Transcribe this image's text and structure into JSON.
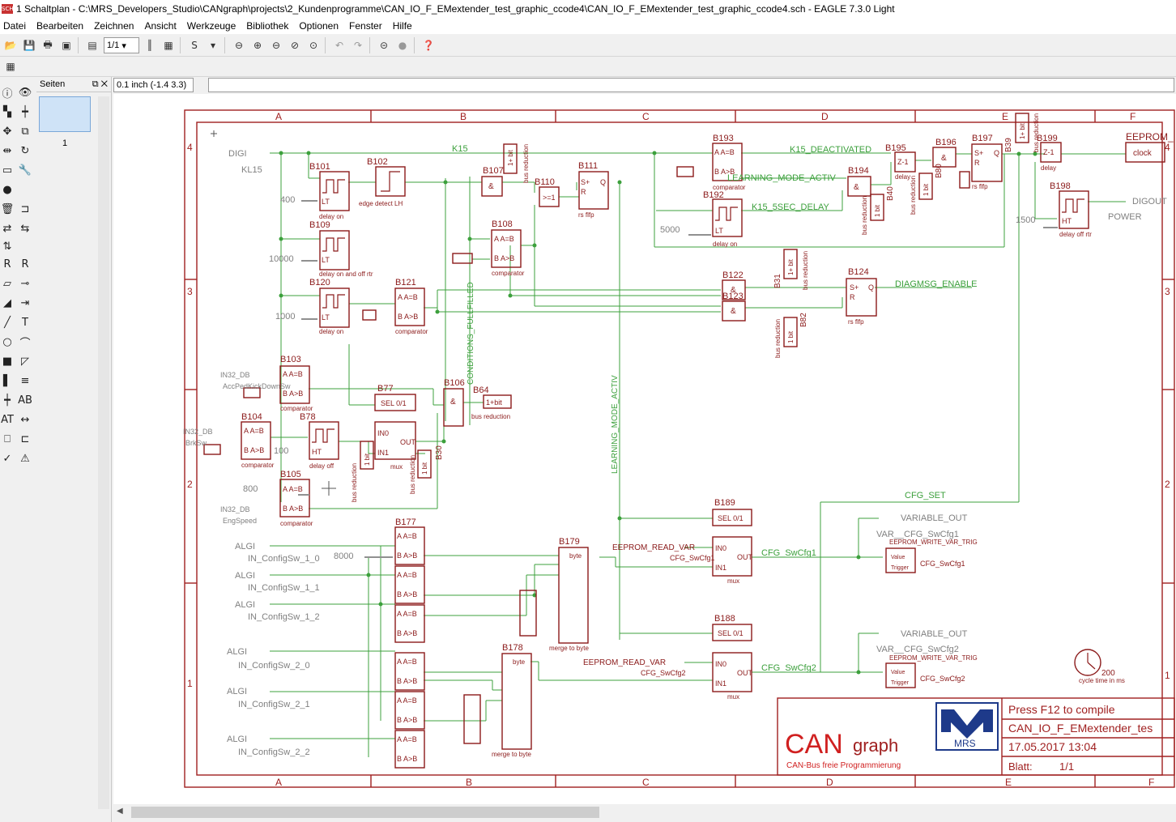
{
  "window": {
    "app_icon_text": "SCH",
    "title": "1 Schaltplan - C:\\MRS_Developers_Studio\\CANgraph\\projects\\2_Kundenprogramme\\CAN_IO_F_EMextender_test_graphic_ccode4\\CAN_IO_F_EMextender_test_graphic_ccode4.sch - EAGLE 7.3.0 Light"
  },
  "menu": [
    "Datei",
    "Bearbeiten",
    "Zeichnen",
    "Ansicht",
    "Werkzeuge",
    "Bibliothek",
    "Optionen",
    "Fenster",
    "Hilfe"
  ],
  "toolbar": {
    "sheet_selector": "1/1"
  },
  "pages_panel": {
    "title": "Seiten",
    "thumbnail_label": "1"
  },
  "coordinate_display": "0.1 inch (-1.4 3.3)",
  "colors": {
    "schematic": "#8b1a1a",
    "net": "#3ca03c",
    "frame": "#a02020",
    "ground": "#909090",
    "logo_red": "#d02020",
    "logo_blue": "#1e3a8a"
  },
  "frame": {
    "columns": [
      "A",
      "B",
      "C",
      "D",
      "E",
      "F"
    ],
    "rows": [
      "4",
      "3",
      "2",
      "1"
    ]
  },
  "title_block": {
    "compile_hint": "Press F12 to compile",
    "project_name": "CAN_IO_F_EMextender_tes",
    "date": "17.05.2017  13:04",
    "sheet_label": "Blatt:",
    "sheet_value": "1/1",
    "logo_can": "CAN",
    "logo_graph": "graph",
    "logo_sub": "CAN-Bus freie Programmierung",
    "logo_mrs": "MRS"
  },
  "blocks": {
    "b101": {
      "ref": "B101",
      "sub": "delay on",
      "param": "400"
    },
    "b102": {
      "ref": "B102",
      "sub": "edge detect LH"
    },
    "b109": {
      "ref": "B109",
      "sub": "delay on and off rtr",
      "param": "10000"
    },
    "b120": {
      "ref": "B120",
      "sub": "delay on",
      "param": "1000"
    },
    "b121": {
      "ref": "B121",
      "sub": "comparator"
    },
    "b103": {
      "ref": "B103",
      "sub": "comparator"
    },
    "b104": {
      "ref": "B104",
      "sub": "comparator"
    },
    "b105": {
      "ref": "B105",
      "sub": "comparator",
      "param": "800"
    },
    "b77": {
      "ref": "B77",
      "sub": "mux"
    },
    "b78": {
      "ref": "B78",
      "sub": "delay off",
      "param": "100"
    },
    "b106": {
      "ref": "B106"
    },
    "b64": {
      "ref": "B64",
      "sub": "bus reduction",
      "val": "1+bit"
    },
    "b107": {
      "ref": "B107"
    },
    "b108": {
      "ref": "B108",
      "sub": "comparator"
    },
    "b110": {
      "ref": "B110"
    },
    "b111": {
      "ref": "B111",
      "sub": "rs flfp"
    },
    "b193": {
      "ref": "B193",
      "sub": "comparator"
    },
    "b192": {
      "ref": "B192",
      "sub": "delay on",
      "param": "5000"
    },
    "b194": {
      "ref": "B194"
    },
    "b195": {
      "ref": "B195",
      "sub": "delay"
    },
    "b196": {
      "ref": "B196"
    },
    "b197": {
      "ref": "B197",
      "sub": "rs flfp"
    },
    "b199": {
      "ref": "B199",
      "sub": "delay"
    },
    "b198": {
      "ref": "B198",
      "sub": "delay off rtr",
      "param": "1500"
    },
    "b122": {
      "ref": "B122"
    },
    "b123": {
      "ref": "B123"
    },
    "b124": {
      "ref": "B124",
      "sub": "rs flfp"
    },
    "b177": {
      "ref": "B177"
    },
    "b179": {
      "ref": "B179",
      "sub": "merge to byte"
    },
    "b178": {
      "ref": "B178",
      "sub": "merge to byte"
    },
    "b189": {
      "ref": "B189",
      "sub": "mux"
    },
    "b188": {
      "ref": "B188",
      "sub": "mux"
    }
  },
  "labels": {
    "digi_in": "DIGI",
    "kl15": "KL15",
    "k15": "K15",
    "k15_deactivated": "K15_DEACTIVATED",
    "learning_mode_activ": "LEARNING_MODE_ACTIV",
    "k15_5sec_delay": "K15_5SEC_DELAY",
    "diagmsg_enable": "DIAGMSG_ENABLE",
    "conditions_fullfilled": "CONDITIONS_FULLFILLED",
    "learning_mode_vertical": "LEARNING_MODE_ACTIV",
    "eeprom": "EEPROM_",
    "clock": "clock",
    "digout": "DIGOUT",
    "power": "POWER",
    "in32_db_1": "IN32_DB",
    "accped": "AccPedKickDownSw",
    "in32_db_2": "IN32_DB",
    "brksw": "BrkSw",
    "in32_db_3": "IN32_DB",
    "engspeed": "EngSpeed",
    "algi": "ALGI",
    "cfg_1_0": "IN_ConfigSw_1_0",
    "cfg_1_1": "IN_ConfigSw_1_1",
    "cfg_1_2": "IN_ConfigSw_1_2",
    "cfg_2_0": "IN_ConfigSw_2_0",
    "cfg_2_1": "IN_ConfigSw_2_1",
    "cfg_2_2": "IN_ConfigSw_2_2",
    "v8000": "8000",
    "cfg_set": "CFG_SET",
    "eeprom_read_var": "EEPROM_READ_VAR",
    "cfg_swcfg1": "CFG_SwCfg1",
    "cfg_swcfg2": "CFG_SwCfg2",
    "variable_out": "VARIABLE_OUT",
    "var_cfg_swcfg1": "VAR__CFG_SwCfg1",
    "var_cfg_swcfg2": "VAR__CFG_SwCfg2",
    "eeprom_write_var_trig": "EEPROM_WRITE_VAR_TRIG",
    "cycle_value": "200",
    "cycle_text": "cycle time in ms",
    "bus_reduction": "bus reduction",
    "comparator": "comparator",
    "b31": "B31",
    "b82": "B82",
    "b40": "B40",
    "b80": "B80",
    "b39": "B39",
    "b30": "B30",
    "one_bit": "1 bit",
    "one_plus_bit": "1+ bit",
    "sel01": "SEL 0/1",
    "in0": "IN0",
    "in1": "IN1",
    "out": "OUT",
    "byte": "byte",
    "value": "Value",
    "trigger": "Trigger",
    "a_eq_b": "A A=B",
    "b_gt_b": "B A>B",
    "lt": "LT",
    "ht": "HT",
    "s_plus": "S+",
    "r": "R",
    "q": "Q",
    "ge1": ">=1",
    "amp": "&",
    "z1": "Z-1"
  }
}
